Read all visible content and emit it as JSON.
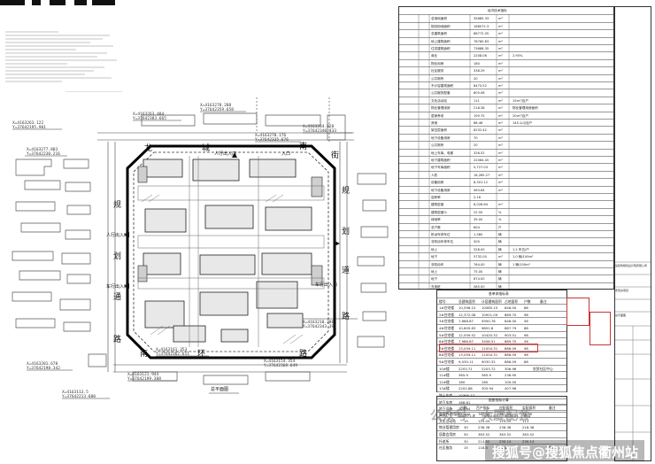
{
  "roads": {
    "north": [
      "龙",
      "城",
      "南",
      "街"
    ],
    "west": [
      "规",
      "划",
      "通",
      "路"
    ],
    "south": [
      "南",
      "环",
      "路"
    ],
    "east": [
      "规",
      "划",
      "道",
      "路"
    ]
  },
  "entrances": {
    "north": "人行出入口",
    "north_east": "入口",
    "west_ped": "人行出入口",
    "west_car": "车行出入口",
    "east": "车行出入口"
  },
  "coordinates": [
    {
      "x": "X=4163263.122",
      "y": "Y=37642195.901"
    },
    {
      "x": "X=4163263.484",
      "y": "Y=37642383.665"
    },
    {
      "x": "X=4163278.288",
      "y": "Y=37642359.658"
    },
    {
      "x": "X=4163277.803",
      "y": "Y=37642230.216"
    },
    {
      "x": "X=4163270.176",
      "y": "Y=37642335.676"
    },
    {
      "x": "X=4163264.428",
      "y": "Y=37642340.333"
    },
    {
      "x": "X=4163210.288",
      "y": "Y=37642343.395"
    },
    {
      "x": "X=4163201.678",
      "y": "Y=37642198.342"
    },
    {
      "x": "X=4163161.353",
      "y": "Y=37642362.611"
    },
    {
      "x": "X=4163154.354",
      "y": "Y=37642368.649"
    },
    {
      "x": "X=4163121.944",
      "y": "Y=37642199.388"
    },
    {
      "x": "X=4163113.5",
      "y": "Y=37642213.600"
    }
  ],
  "plan_scale_label": "总平面图",
  "table1": {
    "header": "经济技术指标",
    "rows": [
      {
        "name": "总用地面积",
        "val": "35685.33",
        "unit": "m²",
        "note": ""
      },
      {
        "name": "规划用地面积",
        "val": "168072.3",
        "unit": "m²",
        "note": ""
      },
      {
        "name": "总建筑面积",
        "val": "88772.05",
        "unit": "m²",
        "note": ""
      },
      {
        "name": "地上建筑面积",
        "val": "76760.83",
        "unit": "m²",
        "note": ""
      },
      {
        "name": "住宅建筑面积",
        "val": "73688.35",
        "unit": "m²",
        "note": ""
      },
      {
        "name": "商业",
        "val": "2208.06",
        "unit": "m²",
        "note": "2.95%"
      },
      {
        "name": "物业用房",
        "val": "180",
        "unit": "m²",
        "note": ""
      },
      {
        "name": "社区服务",
        "val": "338.29",
        "unit": "m²",
        "note": ""
      },
      {
        "name": "公共厕所",
        "val": "20",
        "unit": "m²",
        "note": ""
      },
      {
        "name": "不计容建筑面积",
        "val": "8473.52",
        "unit": "m²",
        "note": ""
      },
      {
        "name": "公共服务配套",
        "val": "805.08",
        "unit": "m²",
        "note": ""
      },
      {
        "name": "文化活动站",
        "val": "111",
        "unit": "m²",
        "note": "15m²/百户"
      },
      {
        "name": "物业管理用房",
        "val": "218.38",
        "unit": "m²",
        "note": "物业管理用房面积"
      },
      {
        "name": "居家养老",
        "val": "190.75",
        "unit": "m²",
        "note": "20m²/百户"
      },
      {
        "name": "其他",
        "val": "88.46",
        "unit": "m²",
        "note": "145.1㎡/百户"
      },
      {
        "name": "架空层面积",
        "val": "8232.42",
        "unit": "m²",
        "note": ""
      },
      {
        "name": "地下设备用房",
        "val": "70",
        "unit": "m²",
        "note": ""
      },
      {
        "name": "公共厕所",
        "val": "20",
        "unit": "m²",
        "note": ""
      },
      {
        "name": "地上车库、电梯",
        "val": "326.52",
        "unit": "m²",
        "note": ""
      },
      {
        "name": "地下建筑面积",
        "val": "22084.45",
        "unit": "m²",
        "note": ""
      },
      {
        "name": "地下车库面积",
        "val": "5,727.03",
        "unit": "m²",
        "note": ""
      },
      {
        "name": "人防",
        "val": "16,285.27",
        "unit": "m²",
        "note": ""
      },
      {
        "name": "设备用房",
        "val": "8,301.12",
        "unit": "m²",
        "note": ""
      },
      {
        "name": "地下设备用房",
        "val": "583.84",
        "unit": "m²",
        "note": ""
      },
      {
        "name": "容积率",
        "val": "2.16",
        "unit": "",
        "note": ""
      },
      {
        "name": "建筑密度",
        "val": "8,028.84",
        "unit": "m²",
        "note": ""
      },
      {
        "name": "建筑密度%",
        "val": "22.50",
        "unit": "%",
        "note": ""
      },
      {
        "name": "绿地率",
        "val": "35.00",
        "unit": "%",
        "note": ""
      },
      {
        "name": "总户数",
        "val": "604",
        "unit": "户",
        "note": ""
      },
      {
        "name": "机动车停车位",
        "val": "1,360",
        "unit": "辆",
        "note": ""
      },
      {
        "name": "非机动车停车位",
        "val": "500",
        "unit": "辆",
        "note": ""
      },
      {
        "name": "地上",
        "val": "528.00",
        "unit": "辆",
        "note": "1.2 车位/户"
      },
      {
        "name": "地下",
        "val": "5732.00",
        "unit": "m²",
        "note": "1.0 辆/100m²"
      },
      {
        "name": "非机动车",
        "val": "764.00",
        "unit": "辆",
        "note": "1 辆/100m²"
      },
      {
        "name": "地上",
        "val": "75.00",
        "unit": "辆",
        "note": ""
      },
      {
        "name": "地下",
        "val": "674.00",
        "unit": "辆",
        "note": ""
      },
      {
        "name": "充电桩",
        "val": "585.00",
        "unit": "辆",
        "note": ""
      }
    ]
  },
  "table2": {
    "header": "各单体指标表",
    "columns": [
      "楼号",
      "总建筑面积",
      "计容建筑面积",
      "占地面积",
      "户数",
      "备注"
    ],
    "rows": [
      [
        "1#住宅楼",
        "10,596.15",
        "10585.15",
        "846.00",
        "86",
        ""
      ],
      [
        "2#住宅楼",
        "12,372.08",
        "10921.09",
        "889.70",
        "98",
        ""
      ],
      [
        "3#住宅楼",
        "7,668.87",
        "5950.76",
        "846.00",
        "56",
        ""
      ],
      [
        "4#住宅楼",
        "10,605.83",
        "9851.8",
        "887.79",
        "88",
        ""
      ],
      [
        "5#住宅楼",
        "12,559.52",
        "10420.32",
        "903.01",
        "98",
        ""
      ],
      [
        "6#住宅楼",
        "7,986.87",
        "3458.51",
        "889.70",
        "56",
        ""
      ],
      [
        "7#住宅楼",
        "13,059.11",
        "11004.31",
        "886.09",
        "98",
        ""
      ],
      [
        "8#住宅楼",
        "13,059.11",
        "11004.31",
        "886.09",
        "98",
        ""
      ],
      [
        "9#住宅楼",
        "9,030.11",
        "9030.32",
        "886.09",
        "86",
        ""
      ],
      [
        "10#楼",
        "2203.71",
        "2203.72",
        "306.96",
        "",
        "农贸社区中心"
      ],
      [
        "11#楼",
        "365.9",
        "365.9",
        "236.95",
        "",
        ""
      ],
      [
        "12#楼",
        "160",
        "160",
        "100.00",
        "",
        ""
      ],
      [
        "13#楼",
        "2202.88",
        "305.94",
        "407.96",
        "",
        ""
      ],
      [
        "地上车库",
        "10365.37",
        "",
        "",
        "",
        ""
      ],
      [
        "地下车库",
        "168.61",
        "",
        "",
        "",
        ""
      ],
      [
        "地下设备",
        "329.94",
        "",
        "",
        "",
        ""
      ],
      [
        "合计",
        "100971.3",
        "76760.83",
        "8028.84",
        "604",
        ""
      ]
    ]
  },
  "table3": {
    "header": "配套指标计算",
    "columns": [
      "",
      "户数",
      "百户指标",
      "应配面积",
      "实配面积",
      "备注"
    ],
    "rows": [
      [
        "居家养老(室外)",
        "100",
        "767.05",
        "767.05",
        "76.78",
        ""
      ],
      [
        "文化活动站",
        "15",
        "115.05",
        "115.05",
        "111",
        ""
      ],
      [
        "物业管理用房",
        "30",
        "238.38",
        "238.38",
        "218.38",
        ""
      ],
      [
        "居委会用房",
        "50",
        "383.52",
        "383.52",
        "383.52",
        ""
      ],
      [
        "托老所",
        "30",
        "214.52",
        "230.14",
        "230.14",
        ""
      ],
      [
        "社区服务",
        "15",
        "118.5",
        "118.5",
        "",
        "实际"
      ]
    ]
  },
  "titleblock": {
    "company": "某建筑规划设计院有限公司",
    "project": "安置房项目",
    "drawing": "总平面图"
  },
  "watermark": {
    "left": "公众号 · 大厦配套",
    "right": "搜狐号@搜狐焦点衢州站"
  },
  "colors": {
    "line": "#222222",
    "stamp": "#cc3333",
    "highlight": "#e03030",
    "bg": "#ffffff"
  }
}
